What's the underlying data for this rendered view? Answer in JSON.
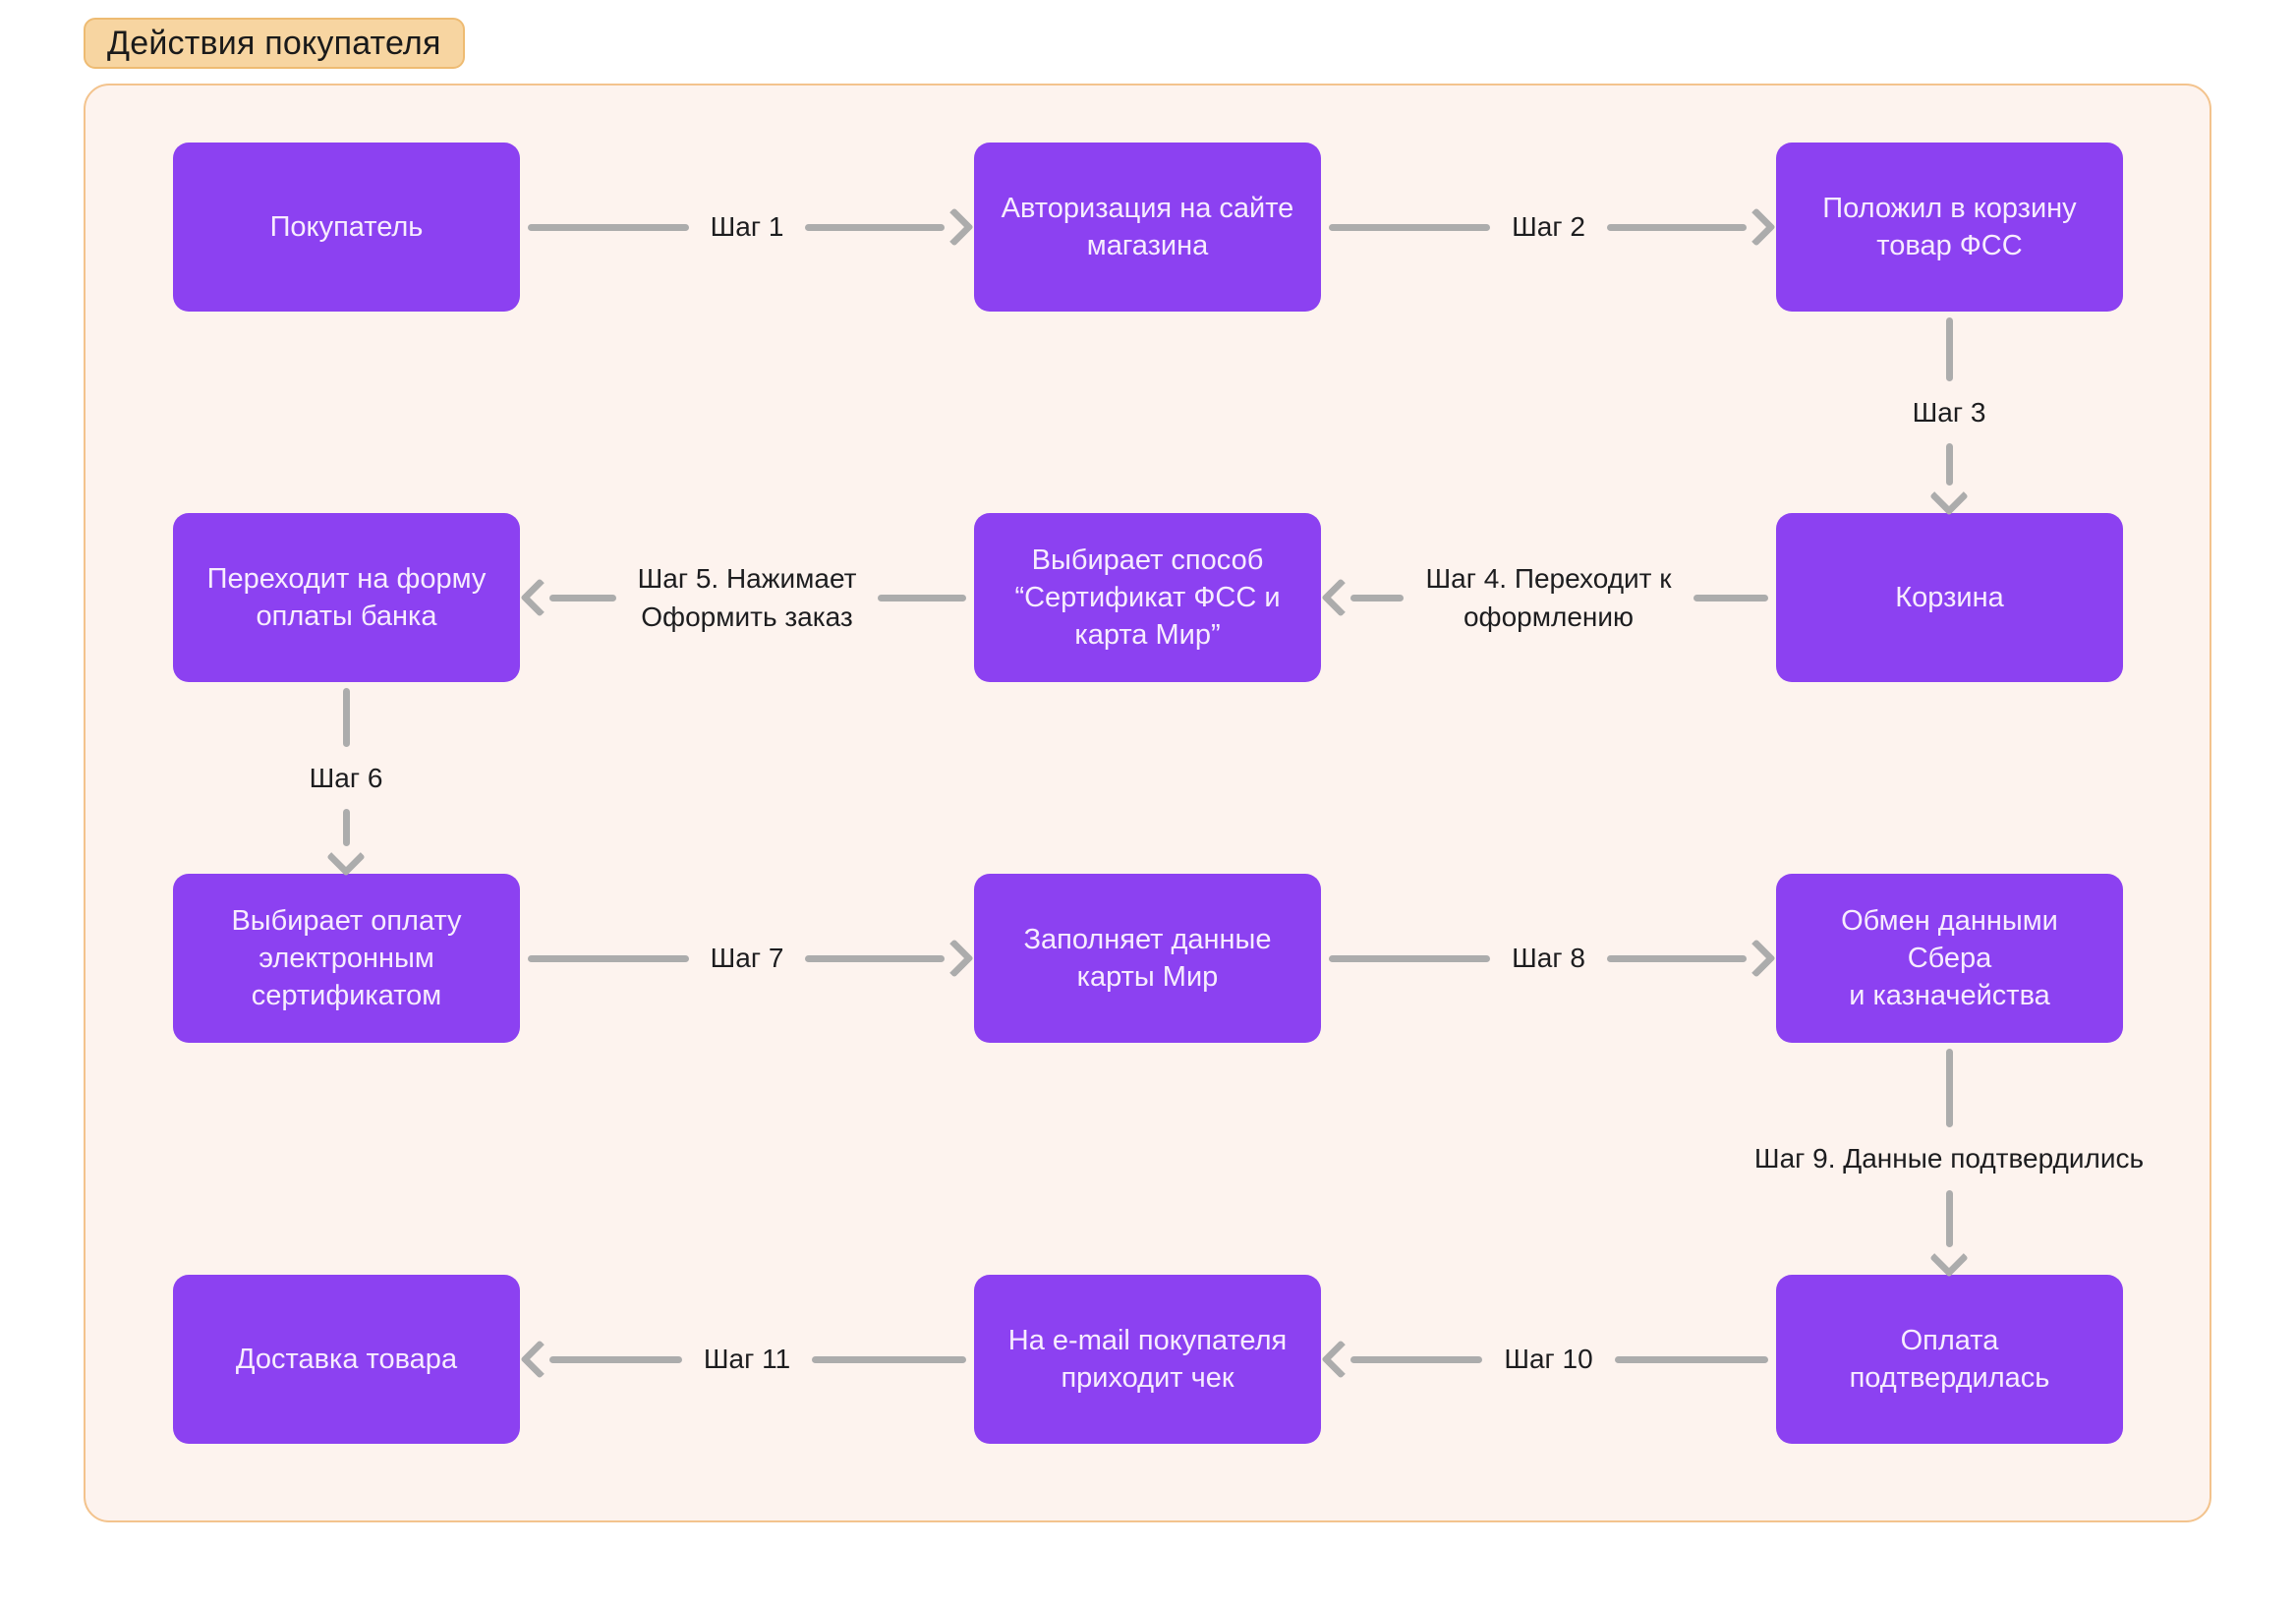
{
  "title_badge": {
    "label": "Действия покупателя"
  },
  "colors": {
    "page_bg": "#ffffff",
    "frame_bg": "#fdf3ee",
    "frame_border": "#f3c38d",
    "badge_bg": "#f7d5a1",
    "badge_border": "#eebb72",
    "badge_text": "#1a1a1a",
    "node_fill": "#8c41f1",
    "node_text": "#f7ecfe",
    "arrow": "#acacac",
    "label_text": "#1d1d1f"
  },
  "diagram": {
    "nodes": [
      {
        "id": "buyer",
        "label": "Покупатель"
      },
      {
        "id": "site-authorization",
        "label": "Авторизация на сайте\nмагазина"
      },
      {
        "id": "add-to-cart",
        "label": "Положил в корзину\nтовар ФСС"
      },
      {
        "id": "cart",
        "label": "Корзина"
      },
      {
        "id": "payment-method",
        "label": "Выбирает способ\n“Сертификат ФСС и\nкарта Мир”"
      },
      {
        "id": "bank-payment-form",
        "label": "Переходит на форму\nоплаты банка"
      },
      {
        "id": "electronic-certificate-payment",
        "label": "Выбирает оплату\nэлектронным\nсертификатом"
      },
      {
        "id": "mir-card-data",
        "label": "Заполняет данные\nкарты Мир"
      },
      {
        "id": "sber-treasury-exchange",
        "label": "Обмен данными Сбера\nи казначейства"
      },
      {
        "id": "payment-confirmed",
        "label": "Оплата подтвердилась"
      },
      {
        "id": "email-receipt",
        "label": "На e-mail покупателя\nприходит чек"
      },
      {
        "id": "delivery",
        "label": "Доставка товара"
      }
    ],
    "arrows": [
      {
        "step": "Шаг 1",
        "dir": "right"
      },
      {
        "step": "Шаг 2",
        "dir": "right"
      },
      {
        "step": "Шаг 3",
        "dir": "down"
      },
      {
        "step": "Шаг 4. Переходит к\nоформлению",
        "dir": "left"
      },
      {
        "step": "Шаг 5. Нажимает\nОформить заказ",
        "dir": "left"
      },
      {
        "step": "Шаг 6",
        "dir": "down"
      },
      {
        "step": "Шаг 7",
        "dir": "right"
      },
      {
        "step": "Шаг 8",
        "dir": "right"
      },
      {
        "step": "Шаг 9. Данные подтвердились",
        "dir": "down"
      },
      {
        "step": "Шаг 10",
        "dir": "left"
      },
      {
        "step": "Шаг 11",
        "dir": "left"
      }
    ]
  }
}
